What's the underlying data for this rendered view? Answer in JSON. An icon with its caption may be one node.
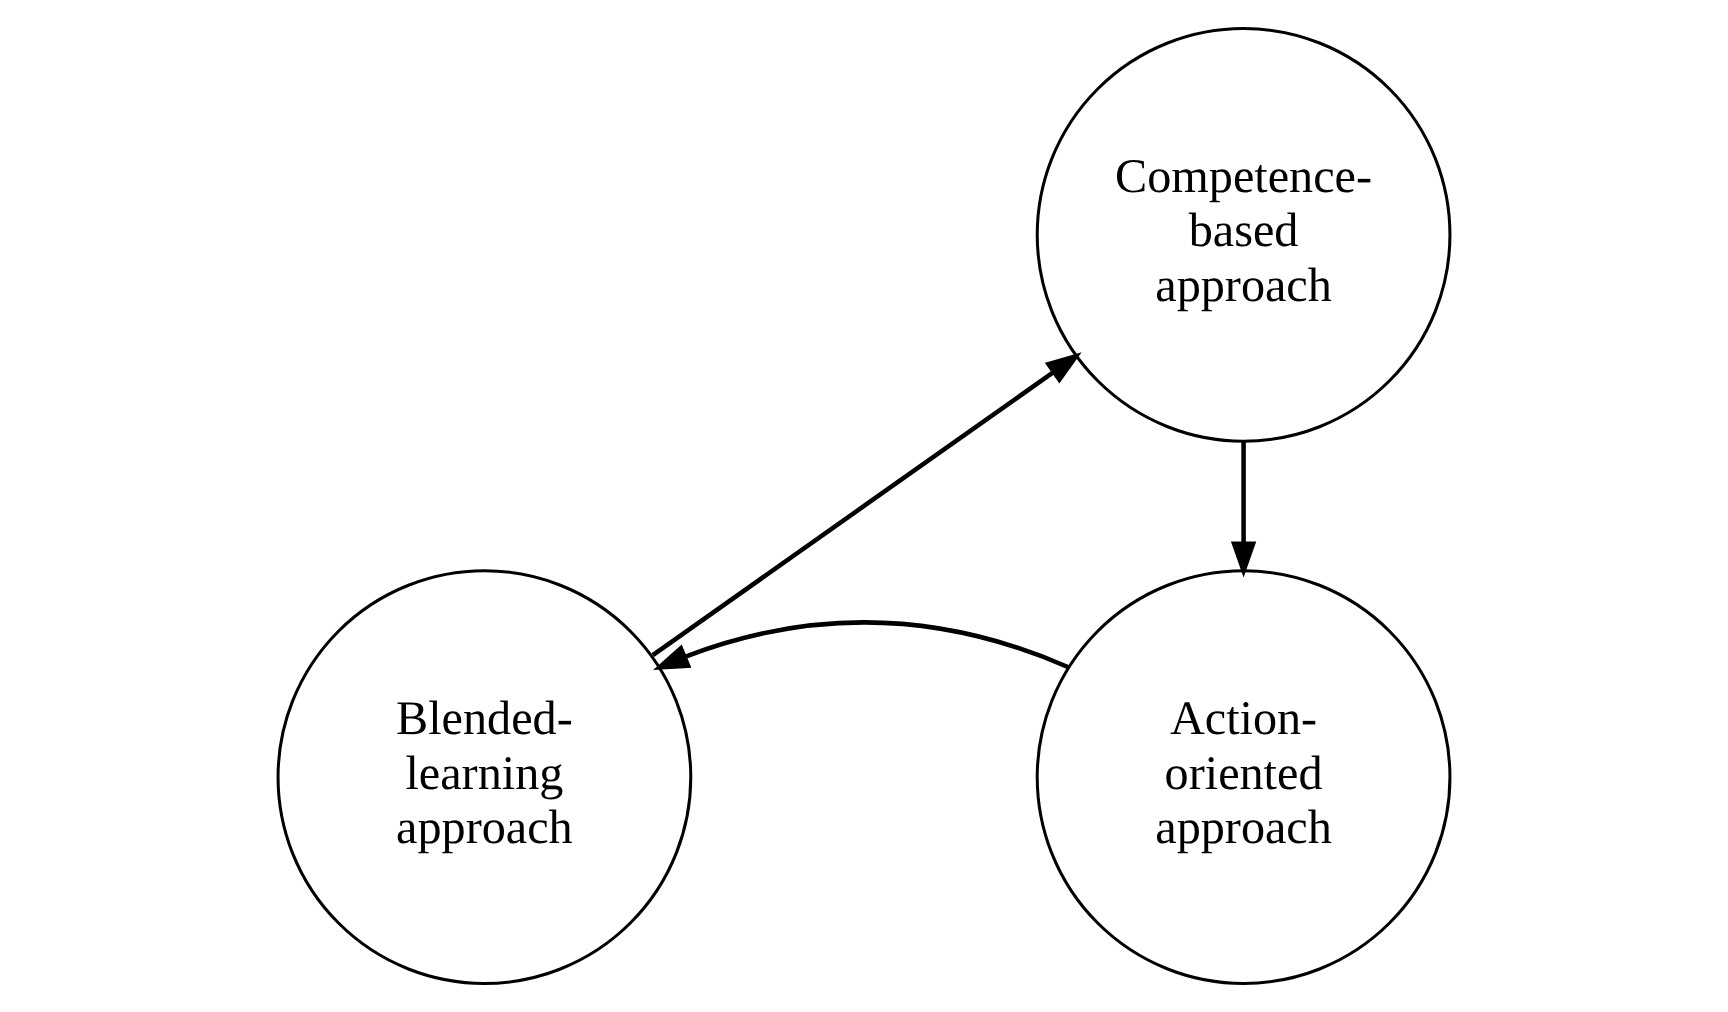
{
  "diagram": {
    "nodes": [
      {
        "text": [
          "Competence-based approach"
        ]
      },
      {
        "text": [
          "Blended-learning approach"
        ]
      },
      {
        "text": [
          "Action-oriented approach"
        ]
      }
    ],
    "edges": [
      {
        "from": 1,
        "to": 0,
        "arrow": "to"
      },
      {
        "from": 0,
        "to": 2,
        "arrow": "to"
      },
      {
        "from": 2,
        "to": 1,
        "arrow": "to"
      }
    ]
  }
}
